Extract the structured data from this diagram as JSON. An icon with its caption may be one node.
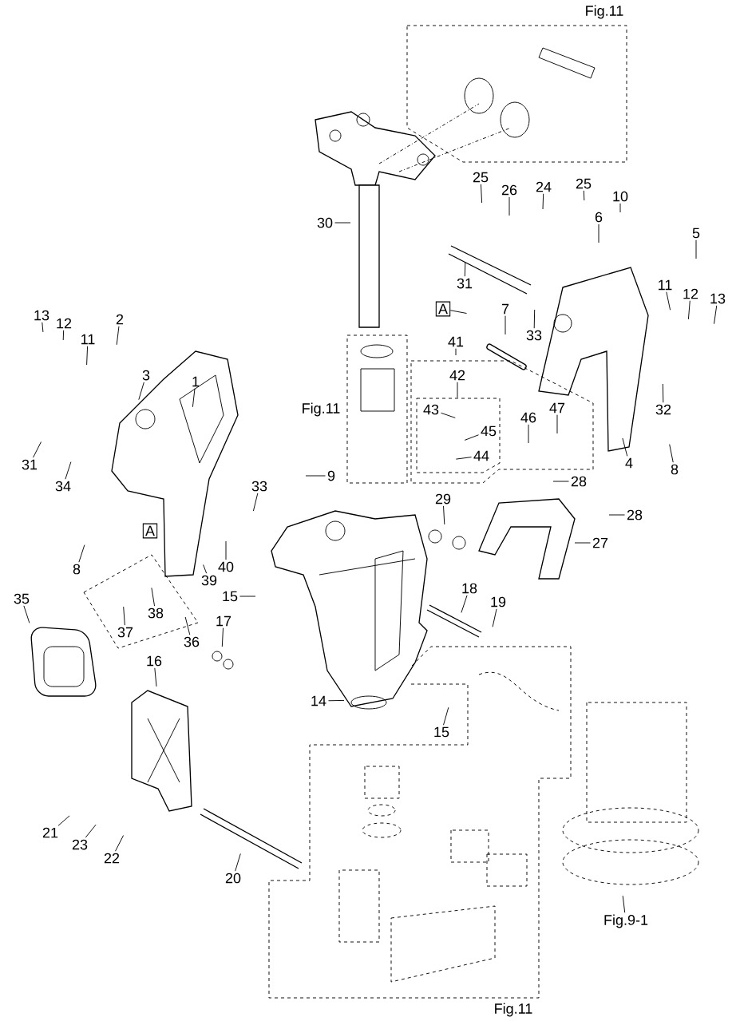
{
  "diagram": {
    "nodes": [
      {
        "text": [
          "25"
        ]
      },
      {
        "text": [
          "24"
        ]
      },
      {
        "text": [
          "25"
        ]
      },
      {
        "text": [
          "26"
        ]
      },
      {
        "text": [
          "10"
        ]
      },
      {
        "text": [
          "6"
        ]
      },
      {
        "text": [
          "30"
        ]
      },
      {
        "text": [
          "5"
        ]
      },
      {
        "text": [
          "31"
        ]
      },
      {
        "text": [
          "11"
        ]
      },
      {
        "text": [
          "12"
        ]
      },
      {
        "text": [
          "13"
        ]
      },
      {
        "text": [
          "A"
        ]
      },
      {
        "text": [
          "7"
        ]
      },
      {
        "text": [
          "13"
        ]
      },
      {
        "text": [
          "2"
        ]
      },
      {
        "text": [
          "12"
        ]
      },
      {
        "text": [
          "33"
        ]
      },
      {
        "text": [
          "41"
        ]
      },
      {
        "text": [
          "11"
        ]
      },
      {
        "text": [
          "3"
        ]
      },
      {
        "text": [
          "42"
        ]
      },
      {
        "text": [
          "1"
        ]
      },
      {
        "text": [
          "47"
        ]
      },
      {
        "text": [
          "43"
        ]
      },
      {
        "text": [
          "32"
        ]
      },
      {
        "text": [
          "46"
        ]
      },
      {
        "text": [
          "45"
        ]
      },
      {
        "text": [
          "44"
        ]
      },
      {
        "text": [
          "4"
        ]
      },
      {
        "text": [
          "31"
        ]
      },
      {
        "text": [
          "8"
        ]
      },
      {
        "text": [
          "9"
        ]
      },
      {
        "text": [
          "28"
        ]
      },
      {
        "text": [
          "33"
        ]
      },
      {
        "text": [
          "34"
        ]
      },
      {
        "text": [
          "29"
        ]
      },
      {
        "text": [
          "28"
        ]
      },
      {
        "text": [
          "A"
        ]
      },
      {
        "text": [
          "27"
        ]
      },
      {
        "text": [
          "40"
        ]
      },
      {
        "text": [
          "8"
        ]
      },
      {
        "text": [
          "39"
        ]
      },
      {
        "text": [
          "18"
        ]
      },
      {
        "text": [
          "15"
        ]
      },
      {
        "text": [
          "35"
        ]
      },
      {
        "text": [
          "19"
        ]
      },
      {
        "text": [
          "38"
        ]
      },
      {
        "text": [
          "17"
        ]
      },
      {
        "text": [
          "37"
        ]
      },
      {
        "text": [
          "36"
        ]
      },
      {
        "text": [
          "16"
        ]
      },
      {
        "text": [
          "14"
        ]
      },
      {
        "text": [
          "15"
        ]
      },
      {
        "text": [
          "21"
        ]
      },
      {
        "text": [
          "23"
        ]
      },
      {
        "text": [
          "22"
        ]
      },
      {
        "text": [
          "20"
        ]
      },
      {
        "text": [
          "Fig.9-1"
        ]
      }
    ],
    "edges": [
      {
        "from": 0,
        "to": null,
        "arrow": "none"
      },
      {
        "from": 1,
        "to": null,
        "arrow": "none"
      },
      {
        "from": 2,
        "to": null,
        "arrow": "none"
      },
      {
        "from": 3,
        "to": null,
        "arrow": "none"
      },
      {
        "from": 4,
        "to": null,
        "arrow": "none"
      },
      {
        "from": 5,
        "to": null,
        "arrow": "none"
      },
      {
        "from": 6,
        "to": null,
        "arrow": "none"
      },
      {
        "from": 7,
        "to": null,
        "arrow": "none"
      },
      {
        "from": 8,
        "to": null,
        "arrow": "none"
      },
      {
        "from": 9,
        "to": null,
        "arrow": "none"
      },
      {
        "from": 10,
        "to": null,
        "arrow": "none"
      },
      {
        "from": 11,
        "to": null,
        "arrow": "none"
      },
      {
        "from": 12,
        "to": null,
        "arrow": "none"
      },
      {
        "from": 13,
        "to": null,
        "arrow": "none"
      },
      {
        "from": 14,
        "to": null,
        "arrow": "none"
      },
      {
        "from": 15,
        "to": null,
        "arrow": "none"
      },
      {
        "from": 16,
        "to": null,
        "arrow": "none"
      },
      {
        "from": 17,
        "to": null,
        "arrow": "none"
      },
      {
        "from": 18,
        "to": null,
        "arrow": "none"
      },
      {
        "from": 19,
        "to": null,
        "arrow": "none"
      },
      {
        "from": 20,
        "to": null,
        "arrow": "none"
      },
      {
        "from": 21,
        "to": null,
        "arrow": "none"
      },
      {
        "from": 22,
        "to": null,
        "arrow": "none"
      },
      {
        "from": 23,
        "to": null,
        "arrow": "none"
      },
      {
        "from": 24,
        "to": null,
        "arrow": "none"
      },
      {
        "from": 25,
        "to": null,
        "arrow": "none"
      },
      {
        "from": 26,
        "to": null,
        "arrow": "none"
      },
      {
        "from": 27,
        "to": null,
        "arrow": "none"
      },
      {
        "from": 28,
        "to": null,
        "arrow": "none"
      },
      {
        "from": 29,
        "to": null,
        "arrow": "none"
      },
      {
        "from": 30,
        "to": null,
        "arrow": "none"
      },
      {
        "from": 31,
        "to": null,
        "arrow": "none"
      },
      {
        "from": 32,
        "to": null,
        "arrow": "none"
      },
      {
        "from": 33,
        "to": null,
        "arrow": "none"
      },
      {
        "from": 34,
        "to": null,
        "arrow": "none"
      },
      {
        "from": 35,
        "to": null,
        "arrow": "none"
      },
      {
        "from": 36,
        "to": null,
        "arrow": "none"
      },
      {
        "from": 37,
        "to": null,
        "arrow": "none"
      },
      {
        "from": 39,
        "to": null,
        "arrow": "none"
      },
      {
        "from": 40,
        "to": null,
        "arrow": "none"
      },
      {
        "from": 41,
        "to": null,
        "arrow": "none"
      },
      {
        "from": 42,
        "to": null,
        "arrow": "none"
      },
      {
        "from": 43,
        "to": null,
        "arrow": "none"
      },
      {
        "from": 44,
        "to": null,
        "arrow": "none"
      },
      {
        "from": 45,
        "to": null,
        "arrow": "none"
      },
      {
        "from": 46,
        "to": null,
        "arrow": "none"
      },
      {
        "from": 47,
        "to": null,
        "arrow": "none"
      },
      {
        "from": 48,
        "to": null,
        "arrow": "none"
      },
      {
        "from": 49,
        "to": null,
        "arrow": "none"
      },
      {
        "from": 50,
        "to": null,
        "arrow": "none"
      },
      {
        "from": 51,
        "to": null,
        "arrow": "none"
      },
      {
        "from": 52,
        "to": null,
        "arrow": "none"
      },
      {
        "from": 53,
        "to": null,
        "arrow": "none"
      },
      {
        "from": 54,
        "to": null,
        "arrow": "none"
      },
      {
        "from": 55,
        "to": null,
        "arrow": "none"
      },
      {
        "from": 56,
        "to": null,
        "arrow": "none"
      },
      {
        "from": 57,
        "to": null,
        "arrow": "none"
      },
      {
        "from": 58,
        "to": null,
        "arrow": "none"
      }
    ],
    "labels": [
      "Fig.11",
      "Fig.11",
      "Fig.11"
    ]
  }
}
